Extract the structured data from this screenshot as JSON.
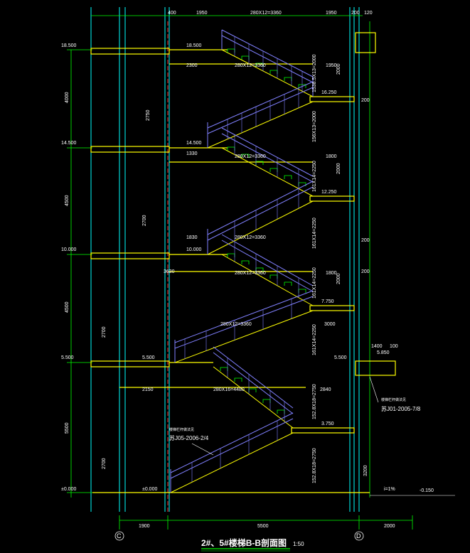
{
  "title": {
    "main": "2#、5#楼梯B-B剖面图",
    "scale": "1:50"
  },
  "axis_bubbles": [
    "C",
    "D"
  ],
  "bottom_dims": [
    "1900",
    "5500",
    "2000"
  ],
  "top_dims": [
    "400",
    "1950",
    "280X12=3360",
    "1950",
    "200",
    "120"
  ],
  "levels_left": [
    "18.500",
    "14.500",
    "10.000",
    "5.500",
    "±0.000"
  ],
  "levels_left_inner": [
    "18.500",
    "14.500",
    "10.000",
    "5.500",
    "±0.000"
  ],
  "levels_right": [
    "16.250",
    "12.250",
    "7.750",
    "3.750",
    "5.500"
  ],
  "left_spans": [
    "4000",
    "4500",
    "4500",
    "5500"
  ],
  "flight_dims_top": [
    "280X12=3360",
    "280X12=3360",
    "280X12=3360",
    "280X12=3360",
    "280X12=3360",
    "280X16=4480"
  ],
  "flight_dims_vert": [
    "1538.5X13=2000",
    "156X13=2000",
    "161X14=2250",
    "161X14=2250",
    "161X14=2250",
    "161X14=2250",
    "152.8X18=2750",
    "152.8X18=2750"
  ],
  "landing_dims": [
    "1330",
    "1830",
    "3630",
    "2150",
    "2300",
    "2840",
    "1950",
    "1800",
    "1800"
  ],
  "right_dims": [
    "200",
    "200",
    "200",
    "1400",
    "100",
    "5.850",
    "3200",
    "2000",
    "3000"
  ],
  "heights_small": [
    "2750",
    "2700",
    "2700",
    "2700",
    "2000",
    "2000",
    "2000"
  ],
  "annotations": [
    "楼梯栏杆做法见",
    "苏J05-2006-2/4",
    "楼梯栏杆做法见",
    "苏J01-2005-7/8"
  ],
  "slope": "i=1%",
  "ground_level": "-0.150",
  "colors": {
    "background": "#000000",
    "structure": "#ffff00",
    "dimension": "#00ff00",
    "railing": "#8080ff",
    "text": "#ffffff",
    "axis": "#ff0000",
    "wall": "#00ffff"
  }
}
